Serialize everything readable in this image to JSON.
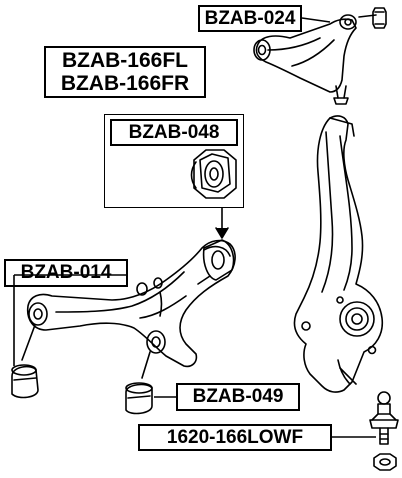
{
  "parts": {
    "upper_arm_label": "BZAB-024",
    "lower_arm_label_fl": "BZAB-166FL",
    "lower_arm_label_fr": "BZAB-166FR",
    "rear_bushing_label": "BZAB-048",
    "front_bushing_label": "BZAB-014",
    "rear_lower_bushing_label": "BZAB-049",
    "ball_joint_label": "1620-166LOWF"
  },
  "colors": {
    "line": "#000000",
    "background": "#ffffff"
  }
}
